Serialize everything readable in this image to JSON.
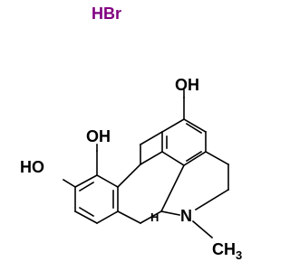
{
  "molecule": {
    "salt": "HBr",
    "hydroxyl_top": "OH",
    "hydroxyl_left_upper": "OH",
    "hydroxyl_left_lower": "HO",
    "nitrogen": "N",
    "stereo_hydrogen": "H",
    "methyl": "CH",
    "methyl_subscript": "3"
  },
  "colors": {
    "salt": "#800080",
    "heteroatom": "#000000",
    "bond": "#000000"
  }
}
